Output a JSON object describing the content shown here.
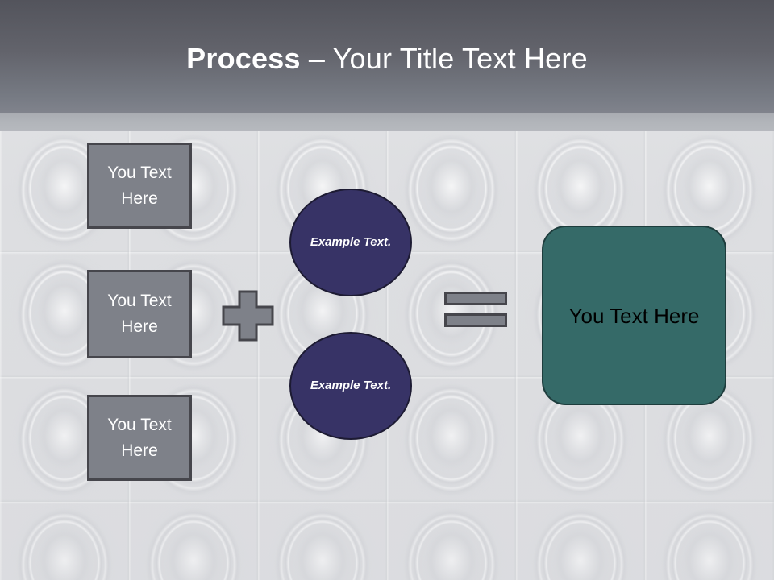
{
  "slide": {
    "title": {
      "strong": "Process",
      "rest": " – Your Title Text Here"
    }
  },
  "inputs": {
    "boxes": [
      {
        "label": "You Text Here"
      },
      {
        "label": "You Text Here"
      },
      {
        "label": "You Text Here"
      }
    ]
  },
  "operators": {
    "plus": "plus-sign",
    "equals": "equals-sign"
  },
  "circles": [
    {
      "label": "Example Text."
    },
    {
      "label": "Example Text."
    }
  ],
  "result": {
    "label": "You Text Here"
  },
  "colors": {
    "header_top": "#53545c",
    "header_bottom": "#80838c",
    "header_underband": "#b2b5ba",
    "background": "#dddee1",
    "gray_box_fill": "#7e8189",
    "gray_box_border": "#46464c",
    "circle_fill": "#373366",
    "circle_border": "#1d1b33",
    "result_fill": "#356a68",
    "result_border": "#1e3d3d",
    "title_text": "#ffffff",
    "result_text": "#000000"
  }
}
